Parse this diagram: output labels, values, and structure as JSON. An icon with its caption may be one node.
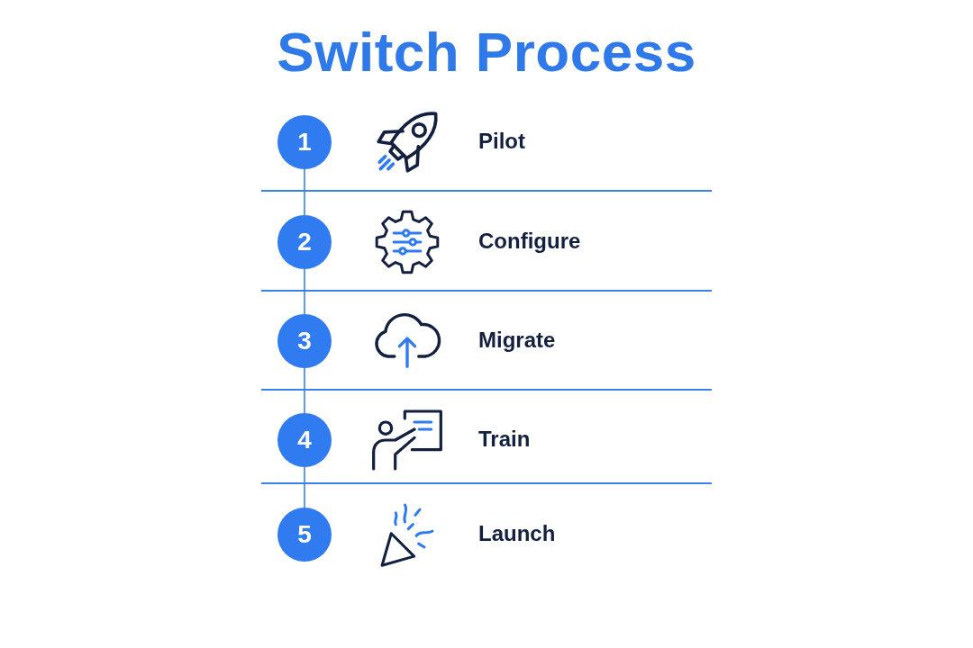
{
  "diagram": {
    "title": "Switch Process",
    "nodes": [
      {
        "text": [
          "1"
        ]
      },
      {
        "text": [
          "2"
        ]
      },
      {
        "text": [
          "3"
        ]
      },
      {
        "text": [
          "4"
        ]
      },
      {
        "text": [
          "5"
        ]
      }
    ],
    "edges": [
      {
        "from": 0,
        "to": 1,
        "arrow": "none"
      },
      {
        "from": 1,
        "to": 2,
        "arrow": "none"
      },
      {
        "from": 2,
        "to": 3,
        "arrow": "none"
      },
      {
        "from": 3,
        "to": 4,
        "arrow": "none"
      }
    ],
    "labels": [
      "Pilot",
      "Configure",
      "Migrate",
      "Train",
      "Launch"
    ]
  }
}
